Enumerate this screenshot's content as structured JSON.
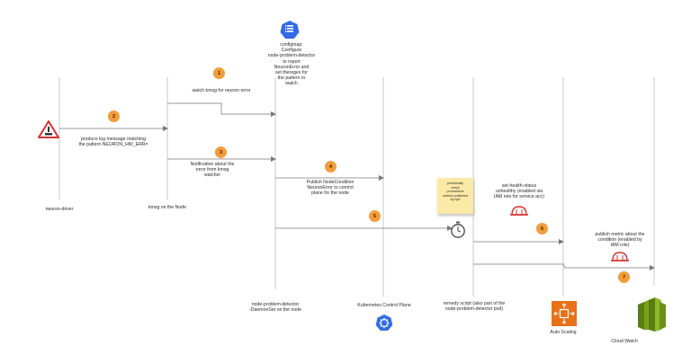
{
  "lanes": {
    "neuron_driver": "neuron-driver",
    "kmsg": "kmsg on the Node",
    "npd": "node-problem-detector\n-DaemonSet on the node",
    "k8s": "Kubernetes Control Plane",
    "remedy": "remedy script (also part of the\nnode-problem-detector pod)",
    "asg": "Auto Scaling",
    "cw": "Cloud Watch"
  },
  "configmap": "configmap:\nConfigure\nnode-problem-detector\nto report\nNeuronError and\nset theregex for\nthe pattern to\nwatch",
  "steps": {
    "s1": {
      "badge": "1",
      "text": "watch kmsg for neuron error"
    },
    "s2": {
      "badge": "2",
      "text": "produce log message matching\nthe pattern NEURON_HW_ERR="
    },
    "s3": {
      "badge": "3",
      "text": "Notification about the\nerror from kmsg\nwatcher"
    },
    "s4": {
      "badge": "4",
      "text": "Publish NodeCondition\nNeuronError to control\nplane for the node"
    },
    "s5": {
      "badge": "5"
    },
    "s6": {
      "badge": "6",
      "text": "set-health-status\nunhealthy (enabled via\nIAM role for service acc)"
    },
    "s7": {
      "badge": "7",
      "text": "publish metric about the\ncondition (enabled by\nIAM role)"
    }
  },
  "sticky_note": "periodically\ncheck\nprometheus\nmetrics published\nby npd",
  "icons": {
    "warning": "warning-triangle-icon",
    "configmap": "kubernetes-configmap-icon",
    "k8s": "kubernetes-control-plane-icon",
    "stopwatch": "stopwatch-icon",
    "helmet6": "hard-hat-icon",
    "helmet7": "hard-hat-icon",
    "asg": "aws-auto-scaling-icon",
    "cw": "aws-cloudwatch-icon"
  },
  "colors": {
    "badge": "#f29d3a",
    "line": "#c9c9c9",
    "arrow": "#7a7a7a",
    "k8s_blue": "#326ce5",
    "aws_orange": "#e8701a",
    "cw_green": "#7aa116",
    "sticky": "#fbe9a6",
    "hat_red": "#d9302f"
  }
}
